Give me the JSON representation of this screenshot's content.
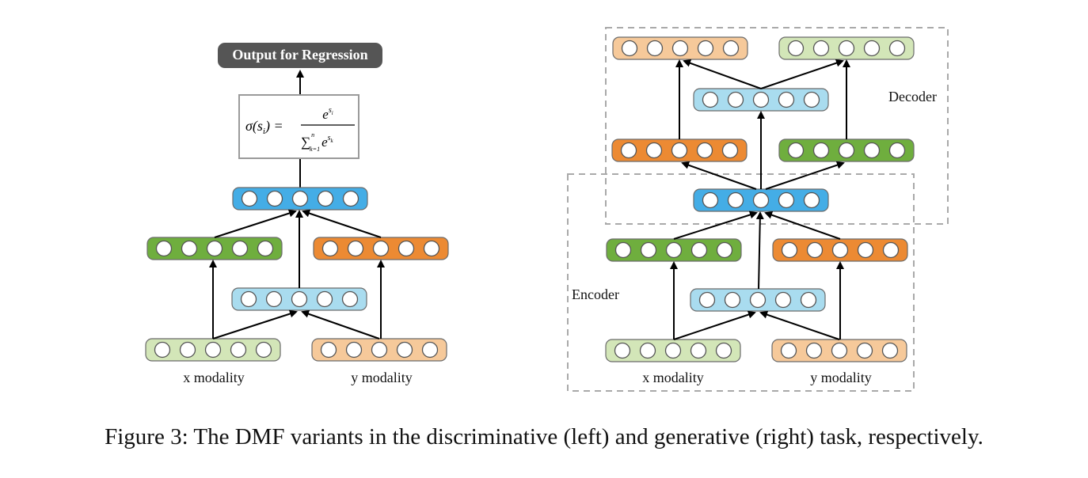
{
  "figure": {
    "left": {
      "output_label": "Output for Regression",
      "formula": {
        "lhs": "σ(s_i) =",
        "numerator": "e^{s_i}",
        "denominator": "Σ_{k=1}^{n} e^{s_k}"
      },
      "x_label": "x modality",
      "y_label": "y modality"
    },
    "right": {
      "decoder_label": "Decoder",
      "encoder_label": "Encoder",
      "x_label": "x modality",
      "y_label": "y modality"
    },
    "colors": {
      "light_green": "#d3e6b8",
      "dark_green": "#6fae3e",
      "light_orange": "#f6c99a",
      "dark_orange": "#ec8a33",
      "light_blue": "#a9dcef",
      "blue": "#44ade6",
      "output_box": "#555555",
      "dashed": "#a9a9a9"
    }
  },
  "caption": "Figure 3: The DMF variants in the discriminative (left) and generative (right) task, respectively."
}
